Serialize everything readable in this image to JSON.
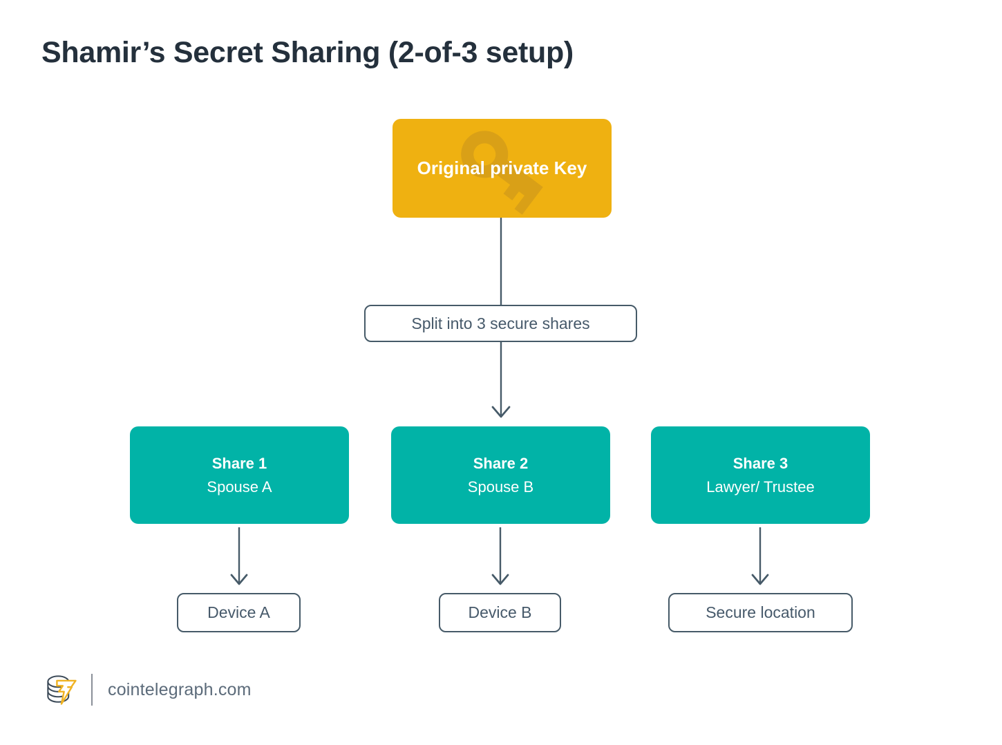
{
  "page": {
    "title": "Shamir’s Secret Sharing (2-of-3 setup)",
    "background": "#ffffff"
  },
  "colors": {
    "title_text": "#24303c",
    "key_box": "#efb111",
    "key_watermark": "#d9a017",
    "share_box": "#01b3a7",
    "outline_border": "#465a68",
    "outline_text": "#46596a",
    "connector": "#465a68",
    "footer_text": "#5c6b7a",
    "footer_logo_bolt": "#f0b323",
    "footer_logo_coin": "#3c4a58"
  },
  "diagram": {
    "root": {
      "label": "Original private Key",
      "icon": "key-icon"
    },
    "process": {
      "label": "Split into 3 secure shares"
    },
    "shares": [
      {
        "title": "Share 1",
        "holder": "Spouse A",
        "destination": "Device A"
      },
      {
        "title": "Share 2",
        "holder": "Spouse B",
        "destination": "Device B"
      },
      {
        "title": "Share 3",
        "holder": "Lawyer/ Trustee",
        "destination": "Secure location"
      }
    ]
  },
  "footer": {
    "logo_name": "cointelegraph-logo",
    "site": "cointelegraph.com"
  }
}
